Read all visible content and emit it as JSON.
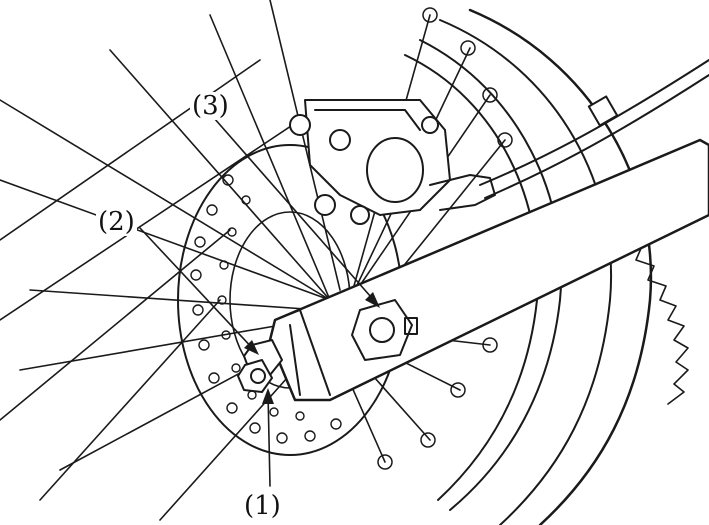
{
  "callouts": {
    "c1": "(1)",
    "c2": "(2)",
    "c3": "(3)"
  },
  "colors": {
    "line": "#1a1a1a",
    "background": "#ffffff"
  }
}
